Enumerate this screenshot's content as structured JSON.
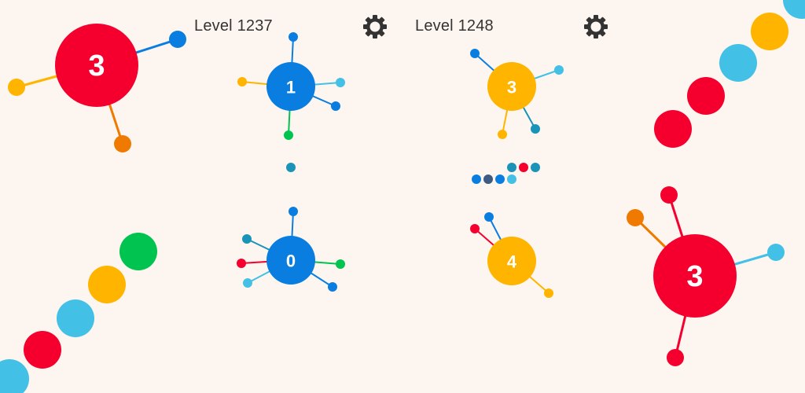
{
  "hud": {
    "left_level": "Level 1237",
    "right_level": "Level 1248",
    "settings_icon": "gear-icon"
  },
  "colors": {
    "background": "#fdf6f0",
    "red": "#f5002e",
    "yellow": "#ffb400",
    "blue": "#0a7ee0",
    "light_blue": "#43c0e6",
    "teal": "#1a93b8",
    "green": "#00c44f",
    "orange": "#f07a00",
    "navy": "#3f5a80"
  },
  "hubs": {
    "hero_left": "3",
    "hero_right": "3",
    "left_top": "1",
    "left_bottom": "0",
    "right_top": "3",
    "right_bottom": "4"
  }
}
